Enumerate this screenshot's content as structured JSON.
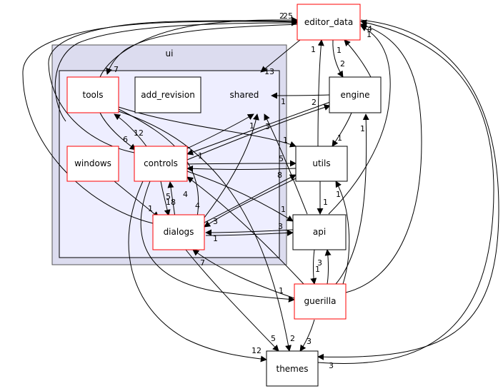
{
  "cluster": {
    "title": "ui"
  },
  "nodes": {
    "editor_data": "editor_data",
    "tools": "tools",
    "add_revision": "add_revision",
    "shared": "shared",
    "engine": "engine",
    "windows": "windows",
    "controls": "controls",
    "utils": "utils",
    "dialogs": "dialogs",
    "api": "api",
    "guerilla": "guerilla",
    "themes": "themes"
  },
  "edge_labels": {
    "tools_editor": "7",
    "editor_top_a": "2",
    "editor_top_b": "25",
    "shared_13": "13",
    "editor_right_1": "1",
    "editor_right_4": "4",
    "utils_editor": "1",
    "engine_editor": "1",
    "editor_engine": "2",
    "engine_shared_2": "2",
    "engine_shared_1": "1",
    "engine_utils": "1",
    "guerilla_engine": "1",
    "tools_controls_6": "6",
    "tools_controls_12": "12",
    "controls_shared_1": "1",
    "dialogs_shared_3": "3",
    "utils_1": "1",
    "controls_utils_5": "5",
    "dialogs_utils_8": "8",
    "dialogs_3": "3",
    "windows_dialogs": "1",
    "controls_dialogs_5": "5",
    "controls_dialogs_18": "18",
    "dialogs_controls_4a": "4",
    "dialogs_controls_4b": "4",
    "controls_api": "1",
    "api_dialogs_3": "3",
    "api_dialogs_1": "1",
    "utils_api": "1",
    "api_utils": "1",
    "guerilla_api": "3",
    "api_guerilla": "1",
    "guerilla_dialogs": "7",
    "guerilla_controls": "1",
    "controls_themes": "12",
    "dialogs_themes": "5",
    "shared_themes": "2",
    "guerilla_themes": "3",
    "editor_themes": "3",
    "tools_controls_1": "1"
  }
}
